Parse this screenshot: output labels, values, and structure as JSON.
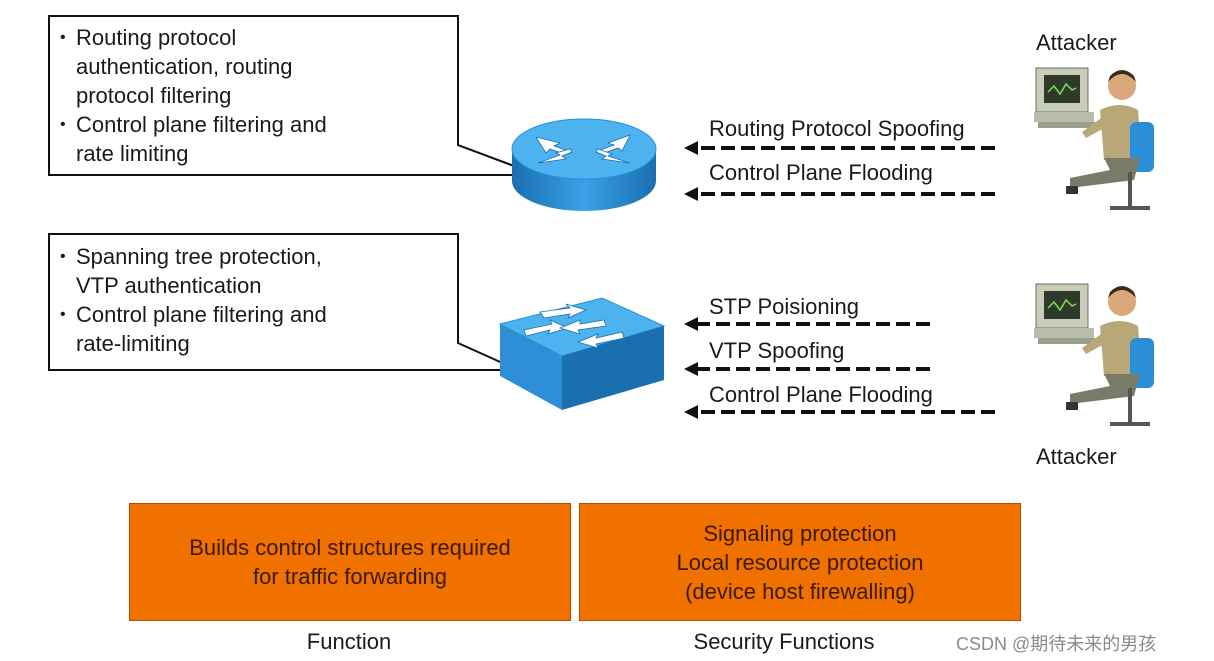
{
  "router_callout": {
    "bullets": [
      "Routing protocol authentication, routing protocol filtering",
      "Control plane filtering and rate limiting"
    ],
    "lines": [
      [
        "Routing protocol",
        "authentication, routing",
        "protocol filtering"
      ],
      [
        "Control plane filtering and",
        "rate limiting"
      ]
    ]
  },
  "switch_callout": {
    "lines": [
      [
        "Spanning tree protection,",
        "VTP authentication"
      ],
      [
        "Control plane filtering and",
        "rate-limiting"
      ]
    ]
  },
  "router_attacks": [
    "Routing Protocol Spoofing",
    "Control Plane Flooding"
  ],
  "switch_attacks": [
    "STP Poisioning",
    "VTP Spoofing",
    "Control Plane Flooding"
  ],
  "attacker_top": "Attacker",
  "attacker_bottom": "Attacker",
  "function_box": {
    "lines": [
      "Builds control structures required",
      "for traffic forwarding"
    ]
  },
  "security_box": {
    "lines": [
      "Signaling protection",
      "Local resource protection",
      "(device host firewalling)"
    ]
  },
  "function_caption": "Function",
  "security_caption": "Security Functions",
  "watermark": "CSDN @期待未来的男孩",
  "colors": {
    "orange": "#f07000",
    "device_blue": "#2a8fd6",
    "arrow": "#111111"
  }
}
